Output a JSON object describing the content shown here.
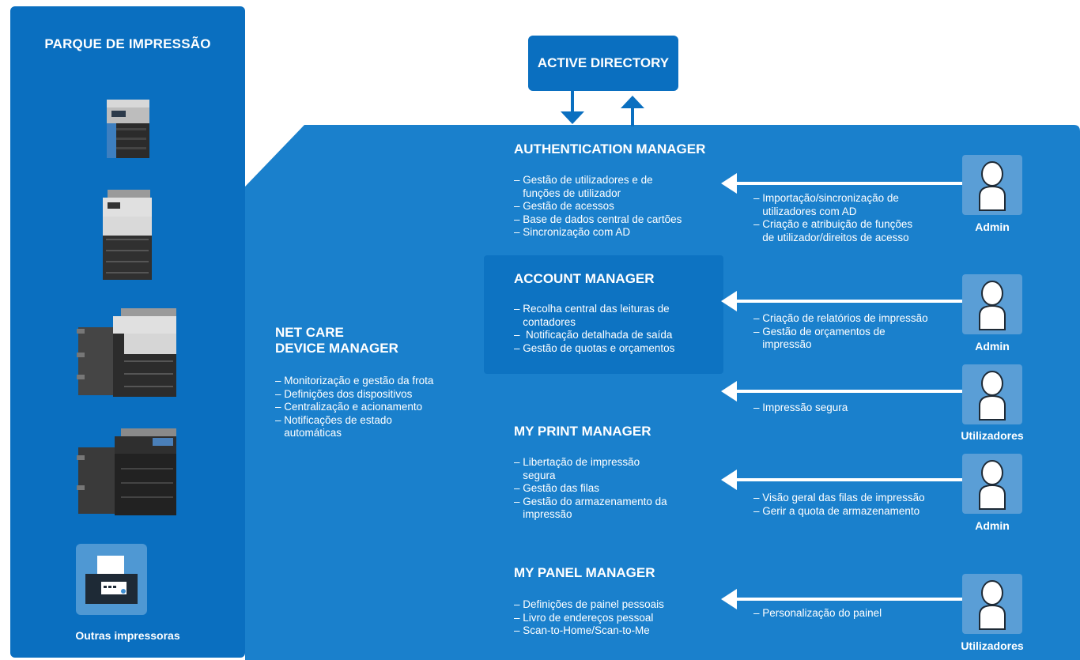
{
  "left_panel": {
    "title": "PARQUE DE IMPRESSÃO",
    "other_printers_label": "Outras impressoras"
  },
  "active_directory": {
    "label": "ACTIVE DIRECTORY"
  },
  "net_care": {
    "title_line1": "NET CARE",
    "title_line2": "DEVICE MANAGER",
    "items": [
      "– Monitorização e gestão da frota",
      "– Definições dos dispositivos",
      "– Centralização e acionamento",
      "– Notificações de estado",
      "   automáticas"
    ]
  },
  "authentication_manager": {
    "title": "AUTHENTICATION MANAGER",
    "items": [
      "– Gestão de utilizadores e de",
      "   funções de utilizador",
      "– Gestão de acessos",
      "– Base de dados central de cartões",
      "– Sincronização com AD"
    ],
    "admin_items": [
      "– Importação/sincronização de",
      "   utilizadores com AD",
      "– Criação e atribuição de funções",
      "   de utilizador/direitos de acesso"
    ],
    "actor": "Admin"
  },
  "account_manager": {
    "title": "ACCOUNT MANAGER",
    "items": [
      "– Recolha central das leituras de",
      "   contadores",
      "–  Notificação detalhada de saída",
      "– Gestão de quotas e orçamentos"
    ],
    "admin_items": [
      "– Criação de relatórios de impressão",
      "– Gestão de orçamentos de",
      "   impressão"
    ],
    "actor": "Admin"
  },
  "secure_print": {
    "items": [
      "– Impressão segura"
    ],
    "actor": "Utilizadores"
  },
  "my_print_manager": {
    "title": "MY PRINT MANAGER",
    "items": [
      "– Libertação de impressão",
      "   segura",
      "– Gestão das filas",
      "– Gestão do armazenamento da",
      "   impressão"
    ],
    "admin_items": [
      "– Visão geral das filas de impressão",
      "– Gerir a quota de armazenamento"
    ],
    "actor": "Admin"
  },
  "my_panel_manager": {
    "title": "MY PANEL MANAGER",
    "items": [
      "– Definições de painel pessoais",
      "– Livro de endereços pessoal",
      "– Scan-to-Home/Scan-to-Me"
    ],
    "admin_items": [
      "– Personalização do painel"
    ],
    "actor": "Utilizadores"
  },
  "colors": {
    "dark_blue": "#0a6fc0",
    "main_blue": "#1a80cc",
    "light_tile": "#5a9ed6",
    "white": "#ffffff"
  },
  "icons": [
    "printer-icon",
    "fax-icon",
    "user-icon",
    "arrow-left-icon",
    "arrow-down-icon",
    "arrow-up-icon"
  ]
}
